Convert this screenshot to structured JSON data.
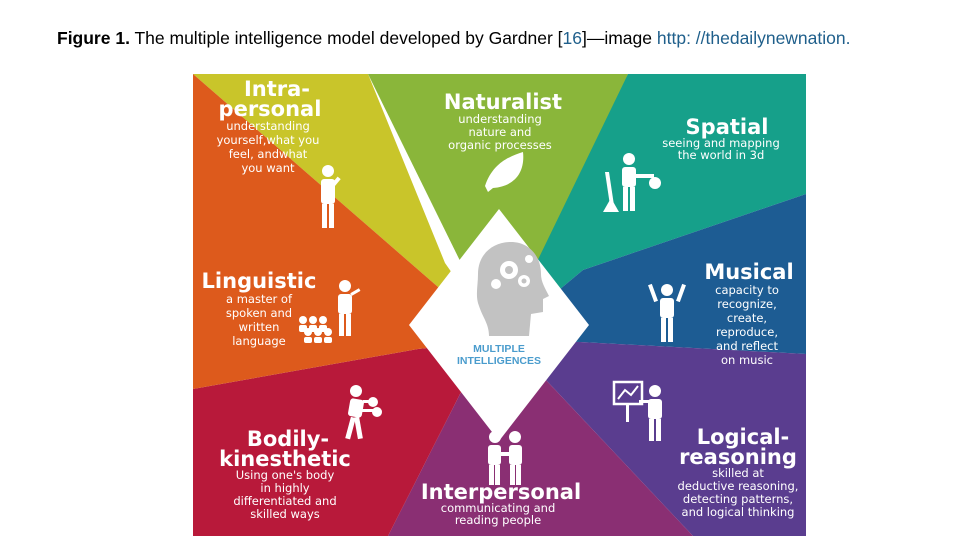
{
  "caption": {
    "lead": "Figure 1.",
    "text_before_ref": " The multiple intelligence model developed by Gardner [",
    "ref": "16",
    "text_after_ref": "]—image ",
    "url": "http: //thedailynewnation."
  },
  "center": {
    "line1": "MULTIPLE",
    "line2": "INTELLIGENCES",
    "icon": "head-gears-icon"
  },
  "segments": {
    "intrapersonal": {
      "title": [
        "Intra-",
        "personal"
      ],
      "desc": [
        "understanding",
        "yourself,what you",
        "feel, andwhat",
        "you want"
      ],
      "icon": "person-thinking-icon",
      "color": "#c9c52a"
    },
    "naturalist": {
      "title": [
        "Naturalist"
      ],
      "desc": [
        "understanding",
        "nature and",
        "organic processes"
      ],
      "icon": "leaf-icon",
      "color": "#8ab63a"
    },
    "spatial": {
      "title": [
        "Spatial"
      ],
      "desc": [
        "seeing and mapping",
        "the world in 3d"
      ],
      "icon": "surveyor-icon",
      "color": "#16a08a"
    },
    "musical": {
      "title": [
        "Musical"
      ],
      "desc": [
        "capacity to",
        "recognize,",
        "create,",
        "reproduce,",
        "and reflect",
        "on music"
      ],
      "icon": "conductor-icon",
      "color": "#1d5c93"
    },
    "logical": {
      "title": [
        "Logical-",
        "reasoning"
      ],
      "desc": [
        "skilled at",
        "deductive reasoning,",
        "detecting patterns,",
        "and logical thinking"
      ],
      "icon": "presenter-chart-icon",
      "color": "#5a3d8f"
    },
    "interpersonal": {
      "title": [
        "Interpersonal"
      ],
      "desc": [
        "communicating and",
        "reading people"
      ],
      "icon": "handshake-icon",
      "color": "#8a2f73"
    },
    "bodily": {
      "title": [
        "Bodily-",
        "kinesthetic"
      ],
      "desc": [
        "Using one's body",
        "in highly",
        "differentiated and",
        "skilled ways"
      ],
      "icon": "boxer-icon",
      "color": "#b8193a"
    },
    "linguistic": {
      "title": [
        "Linguistic"
      ],
      "desc": [
        "a master of",
        "spoken and",
        "written",
        "language"
      ],
      "icon": "speaker-audience-icon",
      "color": "#dd5a1c"
    }
  }
}
